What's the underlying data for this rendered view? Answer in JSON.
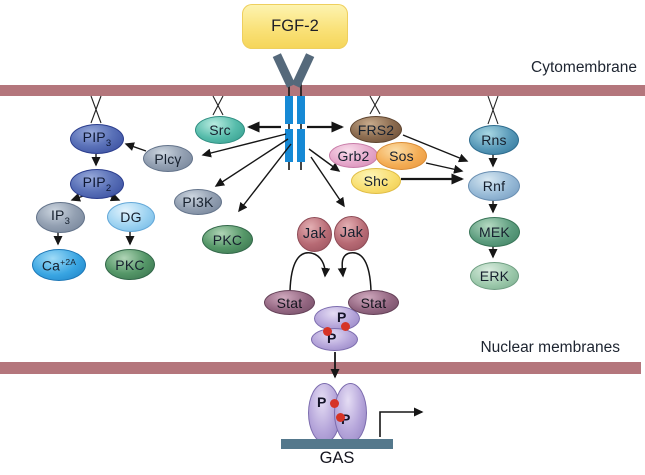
{
  "labels": {
    "cytomembrane": "Cytomembrane",
    "nuclear_membranes": "Nuclear membranes",
    "gas": "GAS"
  },
  "ligand": {
    "label": "FGF-2"
  },
  "nodes": {
    "src": {
      "label": "Src"
    },
    "pip3": {
      "label": "PIP",
      "sub": "3"
    },
    "plcg": {
      "label": "Plcγ"
    },
    "pip2": {
      "label": "PIP",
      "sub": "2"
    },
    "ip3": {
      "label": "IP",
      "sub": "3"
    },
    "dg": {
      "label": "DG"
    },
    "ca": {
      "label": "Ca",
      "sup": "+2A"
    },
    "pkc_left": {
      "label": "PKC"
    },
    "pi3k": {
      "label": "PI3K"
    },
    "pkc_mid": {
      "label": "PKC"
    },
    "frs2": {
      "label": "FRS2"
    },
    "grb2": {
      "label": "Grb2"
    },
    "sos": {
      "label": "Sos"
    },
    "shc": {
      "label": "Shc"
    },
    "jak_left": {
      "label": "Jak"
    },
    "jak_right": {
      "label": "Jak"
    },
    "stat_left": {
      "label": "Stat"
    },
    "stat_right": {
      "label": "Stat"
    },
    "rns": {
      "label": "Rns"
    },
    "rnf": {
      "label": "Rnf"
    },
    "mek": {
      "label": "MEK"
    },
    "erk": {
      "label": "ERK"
    }
  },
  "phospho": {
    "dimer_top": "P",
    "dimer_bottom": "P",
    "nucleus_left": "P",
    "nucleus_right": "P"
  },
  "edges": [
    {
      "from": "FGF-2",
      "to": "receptor"
    },
    {
      "from": "receptor",
      "to": "Src"
    },
    {
      "from": "receptor",
      "to": "Plcγ"
    },
    {
      "from": "receptor",
      "to": "PI3K"
    },
    {
      "from": "receptor",
      "to": "PKC"
    },
    {
      "from": "receptor",
      "to": "FRS2"
    },
    {
      "from": "receptor",
      "to": "Shc"
    },
    {
      "from": "receptor",
      "to": "Jak"
    },
    {
      "from": "Plcγ",
      "to": "PIP3"
    },
    {
      "from": "PIP3",
      "to": "PIP2"
    },
    {
      "from": "PIP2",
      "to": "IP3"
    },
    {
      "from": "PIP2",
      "to": "DG"
    },
    {
      "from": "IP3",
      "to": "Ca+2A"
    },
    {
      "from": "DG",
      "to": "PKC"
    },
    {
      "from": "FRS2",
      "to": "Rnf"
    },
    {
      "from": "Sos",
      "to": "Rnf"
    },
    {
      "from": "Shc",
      "to": "Rnf"
    },
    {
      "from": "Rns",
      "to": "Rnf"
    },
    {
      "from": "Rnf",
      "to": "MEK"
    },
    {
      "from": "MEK",
      "to": "ERK"
    },
    {
      "from": "Jak",
      "to": "Stat (left)"
    },
    {
      "from": "Jak",
      "to": "Stat (right)"
    },
    {
      "from": "Stat dimer",
      "to": "nucleus GAS element"
    },
    {
      "from": "GAS complex",
      "to": "transcription"
    }
  ],
  "colors": {
    "membrane": "#b4767c",
    "receptor_bars_blue": "#1689d5",
    "receptor_stub_gray": "#55697b",
    "fgf2_box_yellow": "#f9e078",
    "arrow_black": "#161616",
    "phospho_dot_red": "#d63426",
    "gas_bar_slate": "#54788c",
    "node_fills": {
      "pip_blue": "#4a63ad",
      "gray": "#8795a8",
      "src_teal": "#4db3a4",
      "dg_lightblue": "#93cdef",
      "ca_blue": "#2e9fe0",
      "pkc_green": "#4f9363",
      "frs2_brown": "#8a6a4e",
      "grb2_pink": "#e3a3c8",
      "sos_orange": "#f3ab52",
      "shc_yellow": "#f7dc6a",
      "jak_rose": "#b4656f",
      "stat_plum": "#906480",
      "rns_teal": "#4e93b4",
      "rnf_steelblue": "#8fb4d3",
      "mek_green": "#57997a",
      "erk_palegreen": "#93c2a3",
      "stat_dimer_purple": "#ab99d2"
    }
  }
}
